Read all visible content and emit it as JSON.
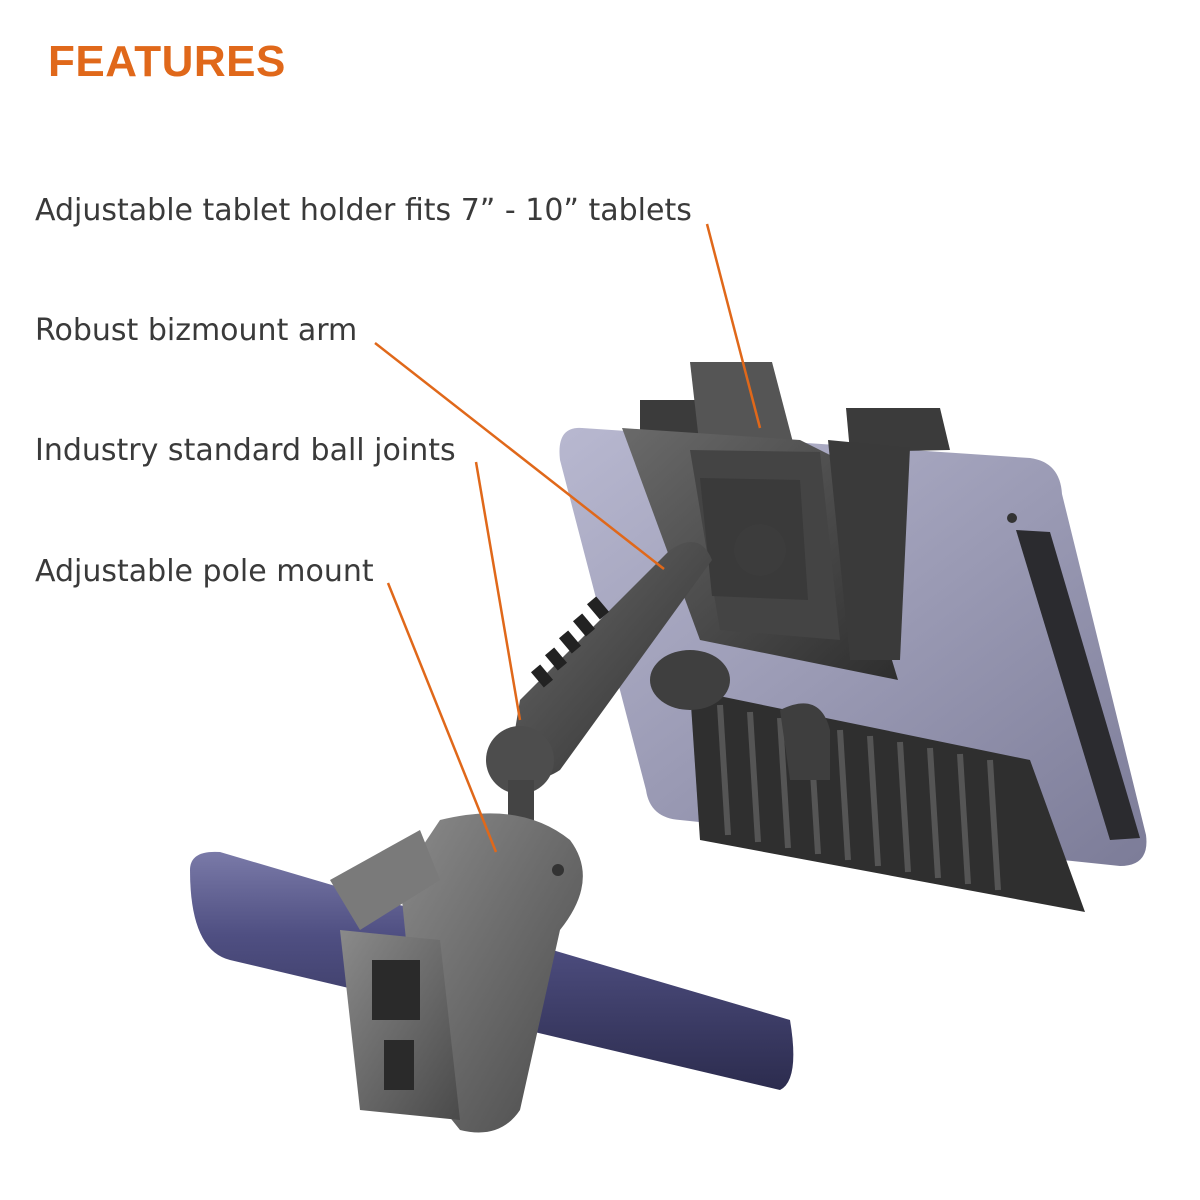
{
  "header": {
    "title": "FEATURES"
  },
  "features": [
    {
      "label": "Adjustable tablet holder fits 7” - 10” tablets"
    },
    {
      "label": "Robust bizmount arm"
    },
    {
      "label": "Industry standard ball joints"
    },
    {
      "label": "Adjustable pole mount"
    }
  ],
  "colors": {
    "accent": "#e0681a",
    "text": "#3a3a3a",
    "pole": "#4a4a7a",
    "mount": "#4a4a4a",
    "tablet": "#8b8ba6"
  }
}
